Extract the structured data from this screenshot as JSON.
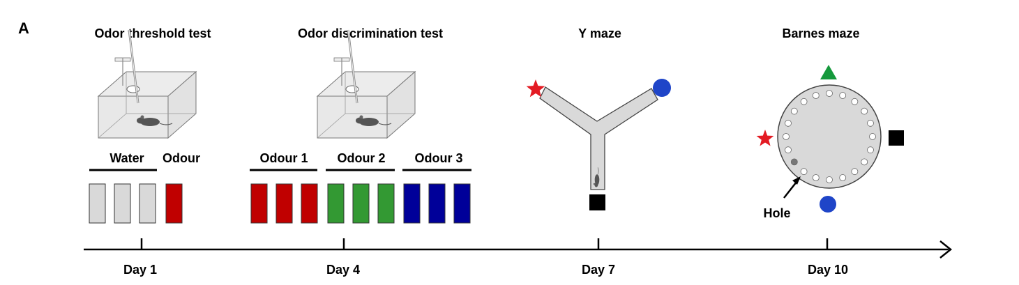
{
  "panel_label": "A",
  "sections": {
    "threshold": {
      "title": "Odor threshold test",
      "group_labels": [
        "Water",
        "Odour"
      ],
      "vials": [
        "gray",
        "gray",
        "gray",
        "red"
      ]
    },
    "discrimination": {
      "title": "Odor discrimination test",
      "group_labels": [
        "Odour 1",
        "Odour 2",
        "Odour 3"
      ],
      "vials": [
        "red",
        "red",
        "red",
        "green",
        "green",
        "green",
        "blue",
        "blue",
        "blue"
      ]
    },
    "ymaze": {
      "title": "Y maze"
    },
    "barnes": {
      "title": "Barnes maze",
      "hole_label": "Hole"
    }
  },
  "timeline": {
    "ticks": [
      "Day 1",
      "Day 4",
      "Day 7",
      "Day 10"
    ]
  },
  "colors": {
    "gray": "#d9d9d9",
    "red": "#c00000",
    "green": "#339933",
    "blue": "#000099",
    "star": "#e31b23",
    "circle": "#1f45c8",
    "triangle": "#15993c",
    "square": "#000000",
    "maze": "#d9d9d9"
  },
  "icons": [
    "star-icon",
    "circle-icon",
    "square-icon",
    "triangle-icon",
    "mouse-icon",
    "odor-box-icon",
    "arrow-icon"
  ]
}
